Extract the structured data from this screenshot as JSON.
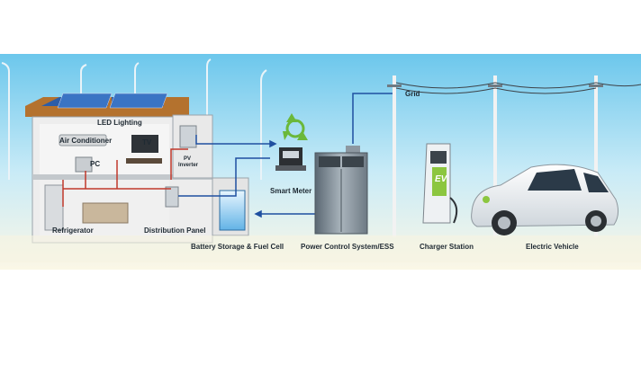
{
  "labels": {
    "led_lighting": "LED Lighting",
    "air_conditioner": "Air Conditioner",
    "tv": "TV",
    "pc": "PC",
    "pv_inverter_line1": "PV",
    "pv_inverter_line2": "Inverter",
    "refrigerator": "Refrigerator",
    "distribution_panel": "Distribution Panel",
    "battery_storage": "Battery  Storage & Fuel Cell",
    "smart_meter": "Smart Meter",
    "power_control": "Power Control System/ESS",
    "grid": "Grid",
    "charger_station": "Charger Station",
    "electric_vehicle": "Electric Vehicle",
    "ev_badge": "EV"
  },
  "colors": {
    "sky_top": "#6cc7ec",
    "sky_bottom": "#fbf7e6",
    "wire_blue": "#1f4fa0",
    "wire_red": "#c0392b",
    "roof": "#b4722e",
    "recycle": "#6bb83a",
    "ev_green": "#8cc63f"
  },
  "icons": [
    "recycle-icon",
    "solar-panel-icon",
    "utility-pole-icon",
    "street-lamp-icon"
  ]
}
